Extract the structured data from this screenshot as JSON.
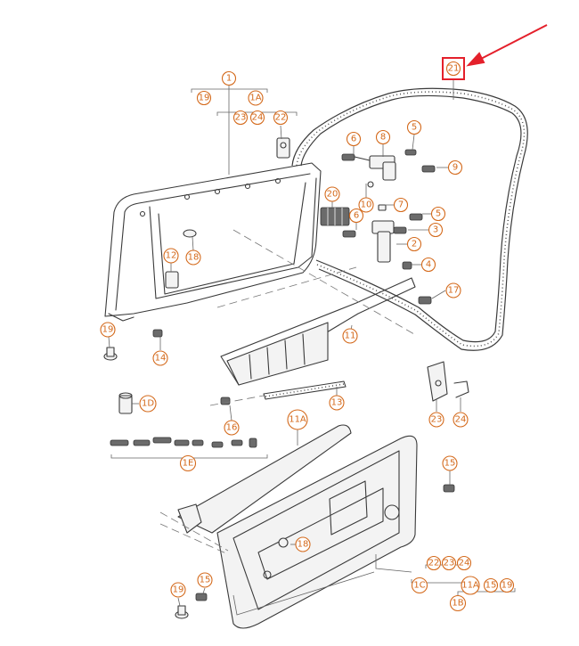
{
  "diagram": {
    "highlight_color": "#e4202b",
    "callout_color": "#d46a1c",
    "labels": {
      "c1": "1",
      "c19a": "19",
      "c1a": "1A",
      "c23a": "23",
      "c24a": "24",
      "c22a": "22",
      "c21": "21",
      "c6a": "6",
      "c8": "8",
      "c5a": "5",
      "c9": "9",
      "c10": "10",
      "c7": "7",
      "c5b": "5",
      "c6b": "6",
      "c3": "3",
      "c2": "2",
      "c4": "4",
      "c20": "20",
      "c12": "12",
      "c18a": "18",
      "c17": "17",
      "c19b": "19",
      "c14": "14",
      "c11": "11",
      "c13": "13",
      "c1d": "1D",
      "c16": "16",
      "c23b": "23",
      "c24b": "24",
      "c11a": "11A",
      "c1e": "1E",
      "c15a": "15",
      "c18b": "18",
      "c22b": "22",
      "c23c": "23",
      "c24c": "24",
      "c1c": "1C",
      "c11a2": "11A",
      "c15b": "15",
      "c19c": "19",
      "c1b": "1B",
      "c19d": "19",
      "c15c": "15"
    }
  }
}
